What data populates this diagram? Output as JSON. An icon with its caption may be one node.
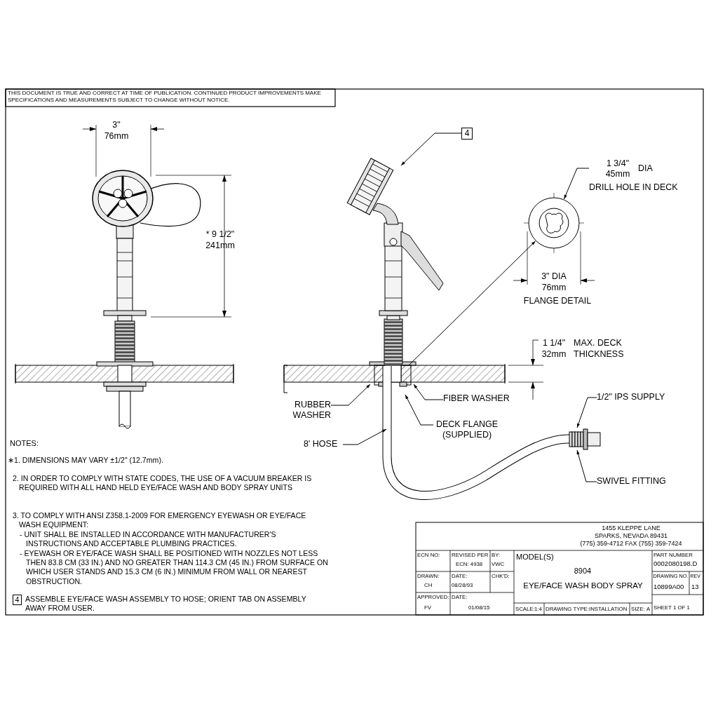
{
  "diagram": {
    "nodes": [
      {
        "text": [
          "4"
        ]
      },
      {
        "text": [
          "1 3/4\" 45mm",
          "DIA",
          "DRILL HOLE IN DECK"
        ]
      },
      {
        "text": [],
        "shape": "circle"
      },
      {
        "text": [
          "RUBBER WASHER"
        ]
      },
      {
        "text": [
          "FIBER WASHER"
        ]
      },
      {
        "text": [
          "DECK FLANGE (SUPPLIED)"
        ]
      },
      {
        "text": [
          "8' HOSE"
        ]
      },
      {
        "text": [
          "1/2\" IPS SUPPLY"
        ]
      },
      {
        "text": [
          "SWIVEL FITTING"
        ]
      }
    ],
    "edges": [
      {
        "from": 0,
        "to": null,
        "arrow": "to"
      },
      {
        "from": 1,
        "to": 2,
        "arrow": "to"
      },
      {
        "from": null,
        "to": 2,
        "arrow": "to"
      },
      {
        "from": 3,
        "to": null,
        "arrow": "to"
      },
      {
        "from": 4,
        "to": null,
        "arrow": "to"
      },
      {
        "from": 5,
        "to": null,
        "arrow": "to"
      },
      {
        "from": 6,
        "to": null,
        "arrow": "to"
      },
      {
        "from": 7,
        "to": null,
        "arrow": "to"
      },
      {
        "from": 8,
        "to": null,
        "arrow": "to"
      }
    ],
    "labels": [
      "THIS DOCUMENT IS TRUE AND CORRECT AT TIME OF PUBLICATION. CONTINUED PRODUCT IMPROVEMENTS MAKE SPECIFICATIONS AND MEASUREMENTS SUBJECT TO CHANGE WITHOUT NOTICE.",
      "3\" 76mm",
      "* 9 1/2\" 241mm",
      "3\" DIA 76mm",
      "FLANGE DETAIL",
      "1 1/4\" 32mm",
      "MAX. DECK THICKNESS",
      "NOTES:",
      "∗1. DIMENSIONS MAY VARY ±1/2\" (12.7mm).",
      "2. IN ORDER TO COMPLY WITH STATE CODES, THE USE OF A VACUUM BREAKER IS REQUIRED WITH ALL HAND HELD EYE/FACE WASH AND BODY SPRAY UNITS",
      "3. TO COMPLY WITH ANSI Z358.1-2009 FOR EMERGENCY EYEWASH OR EYE/FACE WASH EQUIPMENT:",
      "- UNIT SHALL BE INSTALLED IN ACCORDANCE WITH MANUFACTURER'S INSTRUCTIONS AND ACCEPTABLE PLUMBING PRACTICES.",
      "- EYEWASH OR EYE/FACE WASH SHALL BE POSITIONED WITH NOZZLES NOT LESS THEN 83.8 CM (33 IN.) AND NO GREATER THAN 114.3 CM (45 IN.) FROM SURFACE ON WHICH USER STANDS AND 15.3 CM (6 IN.) MINIMUM FROM WALL OR NEAREST OBSTRUCTION.",
      "4",
      "ASSEMBLE EYE/FACE WASH ASSEMBLY TO HOSE; ORIENT TAB ON ASSEMBLY AWAY FROM USER.",
      "1455 KLEPPE LANE",
      "SPARKS, NEVADA 89431",
      "(775) 359-4712 FAX (755) 359-7424",
      "ECN NO:",
      "REVISED PER",
      "BY:",
      "ECN: 4938",
      "VWC",
      "DRAWN:",
      "DATE:",
      "CHK'D:",
      "CH",
      "08/28/93",
      "APPROVED:",
      "DATE:",
      "FV",
      "01/08/15",
      "MODEL(S)",
      "8904",
      "EYE/FACE WASH BODY SPRAY",
      "PART NUMBER",
      "0002080198.D",
      "DRAWING NO.",
      "REV",
      "10899A00",
      "13",
      "SCALE:",
      "1:4",
      "DRAWING TYPE:",
      "INSTALLATION",
      "SIZE:",
      "A",
      "SHEET 1 OF 1"
    ]
  }
}
